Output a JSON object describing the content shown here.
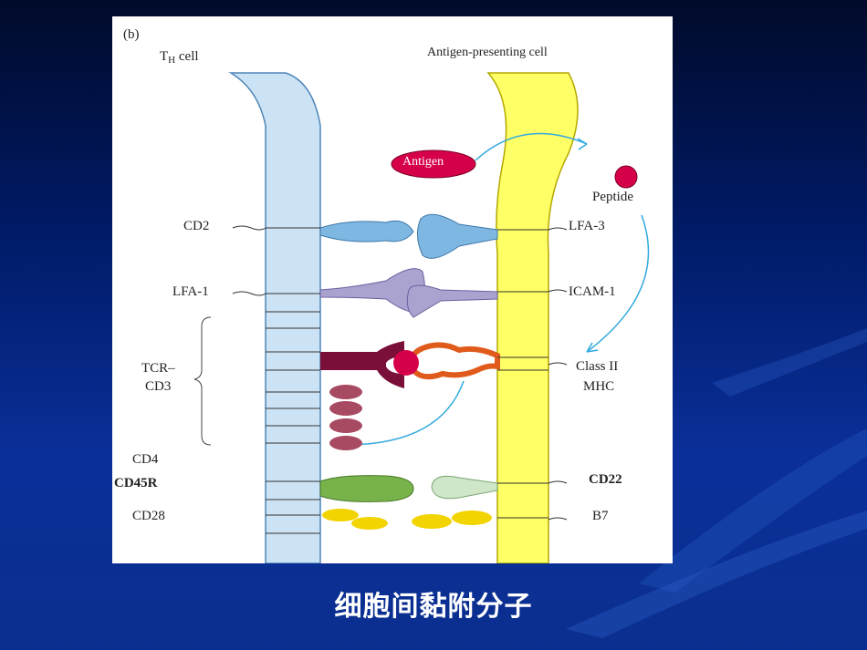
{
  "figure": {
    "panel_label": "(b)",
    "left_cell_label_main": "T",
    "left_cell_label_sub": "H",
    "left_cell_label_rest": " cell",
    "right_cell_label": "Antigen-presenting cell",
    "antigen_label": "Antigen",
    "peptide_label": "Peptide",
    "left_labels": {
      "cd2": "CD2",
      "lfa1": "LFA-1",
      "tcr_cd3_line1": "TCR–",
      "tcr_cd3_line2": "CD3",
      "cd4": "CD4",
      "cd45r": "CD45R",
      "cd28": "CD28"
    },
    "right_labels": {
      "lfa3": "LFA-3",
      "icam1": "ICAM-1",
      "class2_line1": "Class II",
      "class2_line2": "MHC",
      "cd22": "CD22",
      "b7": "B7"
    }
  },
  "caption": "细胞间黏附分子",
  "colors": {
    "th_cell": "#cce3f5",
    "apc": "#ffff66",
    "antigen": "#d6004a",
    "arrow": "#33aadd",
    "cd2": "#7fb7e3",
    "lfa1": "#aaa3cf",
    "tcr": "#7a0f3a",
    "mhc": "#e05a1c",
    "cd4": "#a84a62",
    "cd45r": "#77b24a",
    "cd22": "#cfe6c8",
    "b7": "#f2d400"
  }
}
